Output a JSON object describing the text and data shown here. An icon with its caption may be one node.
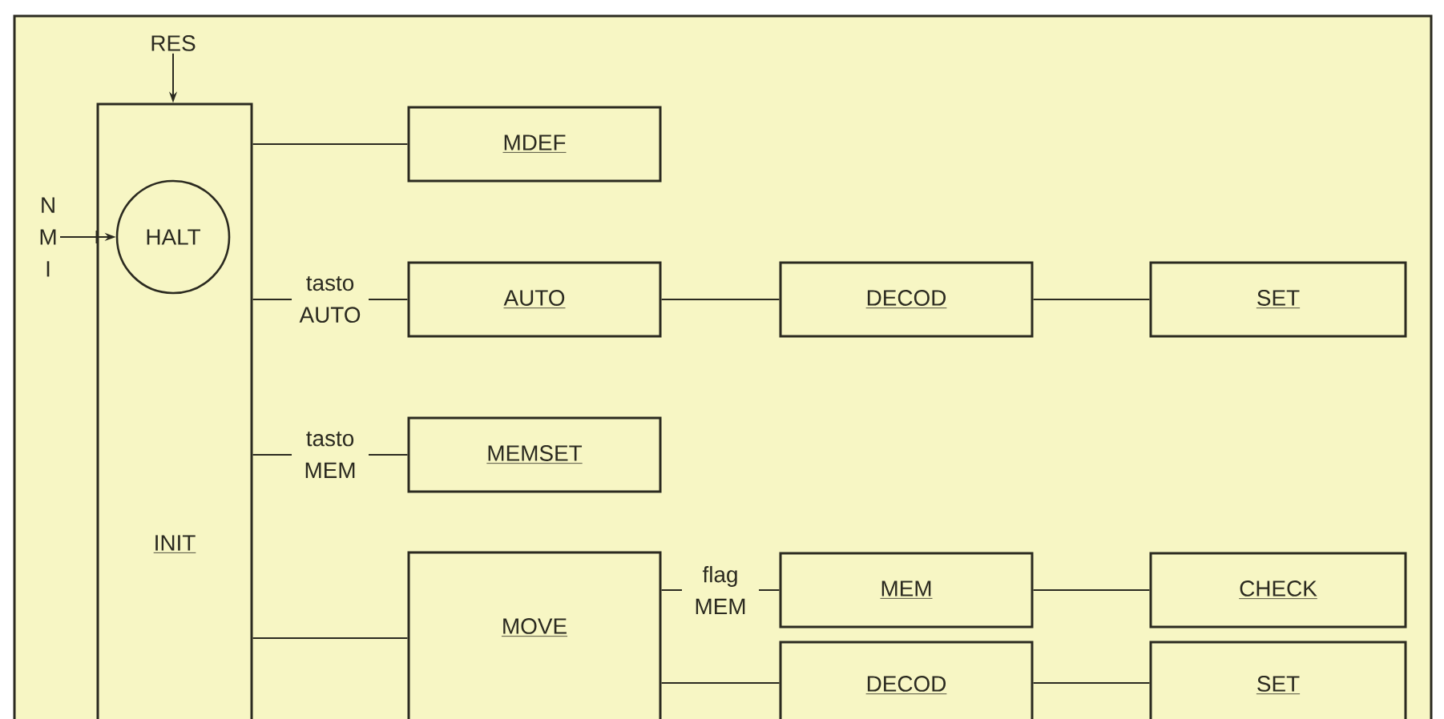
{
  "diagram": {
    "nodes": [
      {
        "text": [
          "INIT"
        ]
      },
      {
        "text": [
          "HALT"
        ],
        "in": 0
      },
      {
        "text": [
          "RES"
        ]
      },
      {
        "text": [
          "N M I"
        ]
      },
      {
        "text": [
          "MDEF"
        ]
      },
      {
        "text": [
          "AUTO"
        ]
      },
      {
        "text": [
          "DECOD"
        ]
      },
      {
        "text": [
          "SET"
        ]
      },
      {
        "text": [
          "MEMSET"
        ]
      },
      {
        "text": [
          "MOVE"
        ]
      },
      {
        "text": [
          "MEM"
        ]
      },
      {
        "text": [
          "CHECK"
        ]
      },
      {
        "text": [
          "DECOD"
        ]
      },
      {
        "text": [
          "SET"
        ]
      }
    ],
    "edges": [
      {
        "from": 2,
        "to": 0,
        "arrow": "to"
      },
      {
        "from": 3,
        "to": 1,
        "arrow": "to"
      },
      {
        "from": 0,
        "to": 4,
        "arrow": "none"
      },
      {
        "from": 0,
        "to": 5,
        "arrow": "none",
        "label": "tasto AUTO"
      },
      {
        "from": 5,
        "to": 6,
        "arrow": "none"
      },
      {
        "from": 6,
        "to": 7,
        "arrow": "none"
      },
      {
        "from": 0,
        "to": 8,
        "arrow": "none",
        "label": "tasto MEM"
      },
      {
        "from": 0,
        "to": 9,
        "arrow": "none"
      },
      {
        "from": 9,
        "to": 10,
        "arrow": "none",
        "label": "flag MEM"
      },
      {
        "from": 10,
        "to": 11,
        "arrow": "none"
      },
      {
        "from": 9,
        "to": 12,
        "arrow": "none"
      },
      {
        "from": 12,
        "to": 13,
        "arrow": "none"
      }
    ]
  }
}
